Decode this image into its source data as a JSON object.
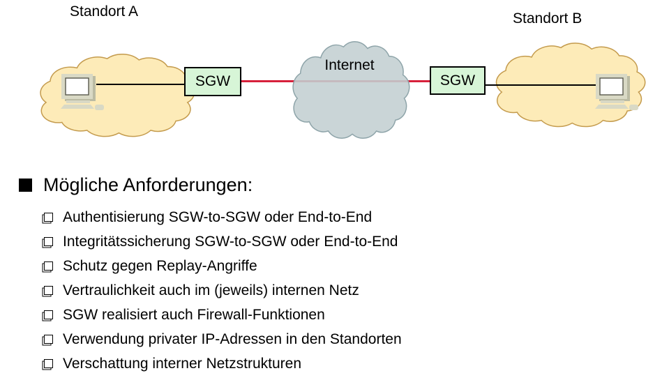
{
  "colors": {
    "text": "#000000",
    "cloud-site-fill": "#FDEBB8",
    "cloud-site-border": "#C49B4D",
    "cloud-internet-fill": "#C3CFD2",
    "cloud-internet-border": "#8EA4A9",
    "sgw-fill": "#D7F5D7",
    "sgw-border": "#000000",
    "vpn-line": "#D7213B",
    "lan-line": "#000000",
    "computer-body": "#D9D9C5",
    "computer-side": "#BBBBA3",
    "computer-screen": "#FFFFFF"
  },
  "diagram": {
    "site_a": "Standort A",
    "site_b": "Standort B",
    "internet": "Internet",
    "sgw_a": "SGW",
    "sgw_b": "SGW"
  },
  "list": {
    "heading": "Mögliche Anforderungen:",
    "items": [
      "Authentisierung SGW-to-SGW oder End-to-End",
      "Integritätssicherung SGW-to-SGW oder End-to-End",
      "Schutz gegen Replay-Angriffe",
      "Vertraulichkeit auch im (jeweils) internen Netz",
      "SGW realisiert auch Firewall-Funktionen",
      "Verwendung privater IP-Adressen in den Standorten",
      "Verschattung interner Netzstrukturen"
    ]
  }
}
